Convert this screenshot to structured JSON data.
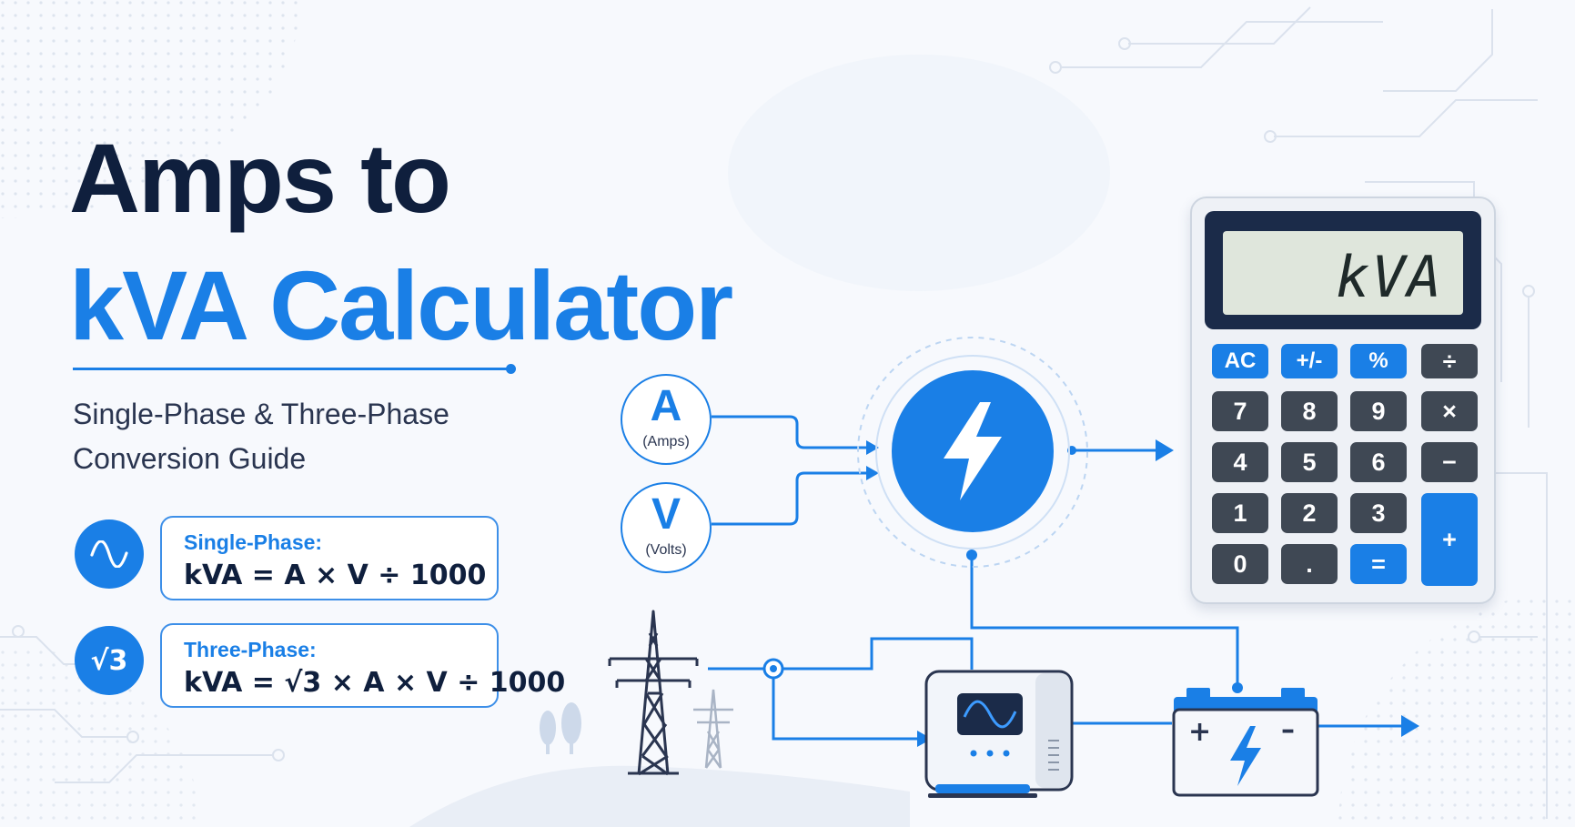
{
  "title": {
    "line1": "Amps to",
    "line2": "kVA Calculator"
  },
  "subtitle": {
    "line1": "Single-Phase & Three-Phase",
    "line2": "Conversion Guide"
  },
  "formulas": [
    {
      "label": "Single-Phase:",
      "equation": "kVA = A × V ÷ 1000",
      "icon": "sine-wave-icon"
    },
    {
      "label": "Three-Phase:",
      "equation": "kVA = √3 × A × V ÷ 1000",
      "icon_text": "√3"
    }
  ],
  "inputs": [
    {
      "letter": "A",
      "sub": "(Amps)"
    },
    {
      "letter": "V",
      "sub": "(Volts)"
    }
  ],
  "calculator": {
    "display": "kVA",
    "keys": {
      "ac": "AC",
      "sign": "+/-",
      "percent": "%",
      "divide": "÷",
      "seven": "7",
      "eight": "8",
      "nine": "9",
      "multiply": "×",
      "four": "4",
      "five": "5",
      "six": "6",
      "minus": "−",
      "one": "1",
      "two": "2",
      "three": "3",
      "plus": "+",
      "zero": "0",
      "dot": ".",
      "equals": "="
    }
  },
  "colors": {
    "accent": "#1a7fe6",
    "title_dark": "#0f1f3d",
    "key_dark": "#3f4854",
    "screen_frame": "#1b2b49",
    "lcd": "#dfe6dc"
  },
  "icons": [
    "lightning-bolt-icon",
    "transmission-tower-icon",
    "inverter-icon",
    "battery-icon",
    "sine-wave-icon"
  ]
}
